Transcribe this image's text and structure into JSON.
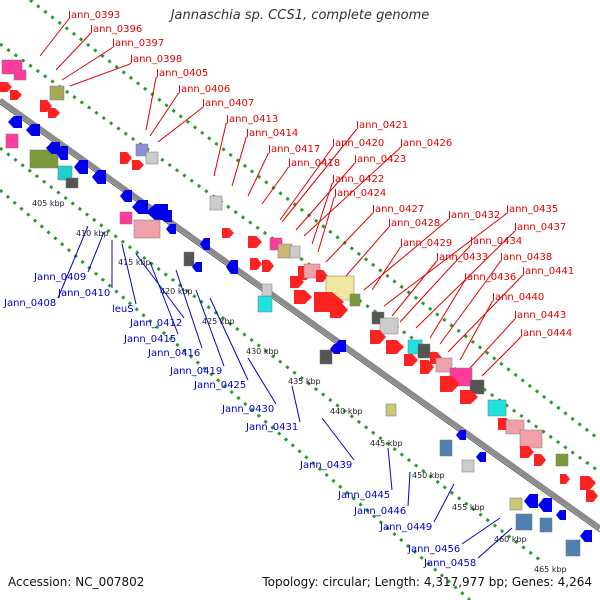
{
  "title": "Jannaschia sp. CCS1, complete genome",
  "footer": {
    "accession": "Accession: NC_007802",
    "summary": "Topology: circular; Length: 4,317,977 bp; Genes: 4,264"
  },
  "colors": {
    "forward_gene": "#ff0000",
    "reverse_gene": "#0000ee",
    "backbone": "#8c8c8c",
    "strand_guide": "#2a9a2a",
    "forward_label": "#e00000",
    "reverse_label": "#0000cc"
  },
  "kbp_ticks": [
    "405 kbp",
    "410 kbp",
    "415 kbp",
    "420 kbp",
    "425 kbp",
    "430 kbp",
    "435 kbp",
    "440 kbp",
    "445 kbp",
    "450 kbp",
    "455 kbp",
    "460 kbp",
    "465 kbp"
  ],
  "forward_labels": [
    "Jann_0393",
    "Jann_0396",
    "Jann_0397",
    "Jann_0398",
    "Jann_0405",
    "Jann_0406",
    "Jann_0407",
    "Jann_0413",
    "Jann_0414",
    "Jann_0417",
    "Jann_0418",
    "Jann_0420",
    "Jann_0421",
    "Jann_0423",
    "Jann_0426",
    "Jann_0422",
    "Jann_0424",
    "Jann_0427",
    "Jann_0428",
    "Jann_0432",
    "Jann_0435",
    "Jann_0429",
    "Jann_0433",
    "Jann_0434",
    "Jann_0437",
    "Jann_0436",
    "Jann_0438",
    "Jann_0441",
    "Jann_0440",
    "Jann_0443",
    "Jann_0444"
  ],
  "reverse_labels": [
    "Jann_0409",
    "Jann_0410",
    "Jann_0408",
    "leuS",
    "Jann_0412",
    "Jann_0415",
    "Jann_0416",
    "Jann_0419",
    "Jann_0425",
    "Jann_0430",
    "Jann_0431",
    "Jann_0439",
    "Jann_0445",
    "Jann_0446",
    "Jann_0449",
    "Jann_0456",
    "Jann_0458"
  ]
}
